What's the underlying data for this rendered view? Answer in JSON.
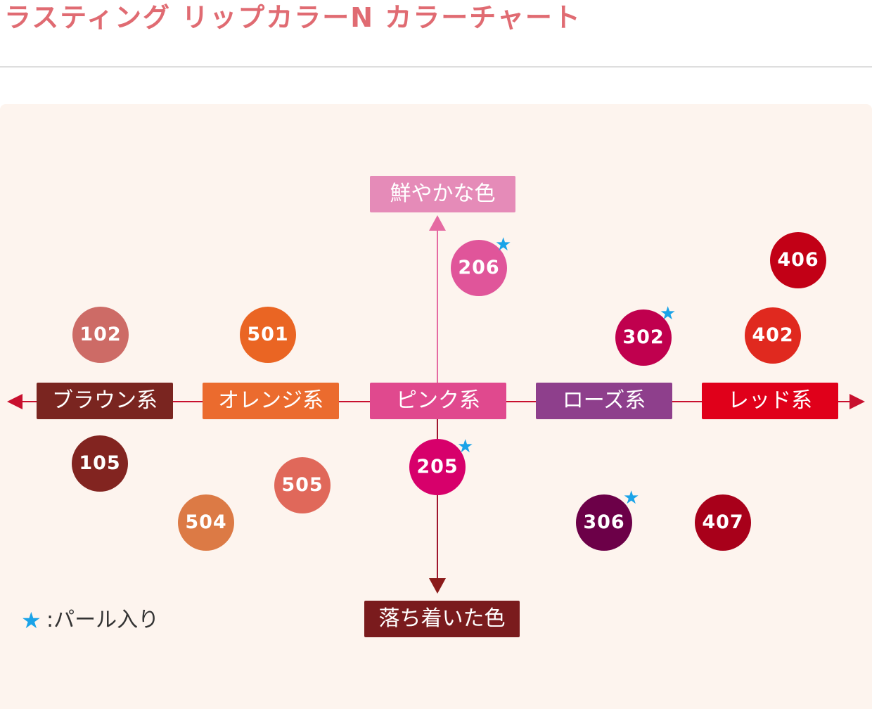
{
  "title": "ラスティング リップカラーN カラーチャート",
  "axes": {
    "top": {
      "label": "鮮やかな色",
      "color": "#e58bb8"
    },
    "bottom": {
      "label": "落ち着いた色",
      "color": "#7a1b1d"
    }
  },
  "categories": [
    {
      "label": "ブラウン系",
      "color": "#7a2520"
    },
    {
      "label": "オレンジ系",
      "color": "#eb6b2e"
    },
    {
      "label": "ピンク系",
      "color": "#e0498e"
    },
    {
      "label": "ローズ系",
      "color": "#8e3f8c"
    },
    {
      "label": "レッド系",
      "color": "#e0001a"
    }
  ],
  "swatches": [
    {
      "code": "206",
      "color": "#e0559a",
      "pearl": true
    },
    {
      "code": "406",
      "color": "#c20016",
      "pearl": false
    },
    {
      "code": "102",
      "color": "#cd6b66",
      "pearl": false
    },
    {
      "code": "501",
      "color": "#ea6523",
      "pearl": false
    },
    {
      "code": "302",
      "color": "#c0004e",
      "pearl": true
    },
    {
      "code": "402",
      "color": "#e0291f",
      "pearl": false
    },
    {
      "code": "105",
      "color": "#822420",
      "pearl": false
    },
    {
      "code": "505",
      "color": "#e0685a",
      "pearl": false
    },
    {
      "code": "205",
      "color": "#d7006b",
      "pearl": true
    },
    {
      "code": "504",
      "color": "#dc7a45",
      "pearl": false
    },
    {
      "code": "306",
      "color": "#6c0048",
      "pearl": true
    },
    {
      "code": "407",
      "color": "#a8001a",
      "pearl": false
    }
  ],
  "legend": {
    "star": "★",
    "text": ":パール入り"
  },
  "colors": {
    "title": "#e06b72",
    "panel_bg": "#fdf4ee",
    "axis_h": "#c8102e",
    "pearl_star": "#1aa3e8"
  }
}
